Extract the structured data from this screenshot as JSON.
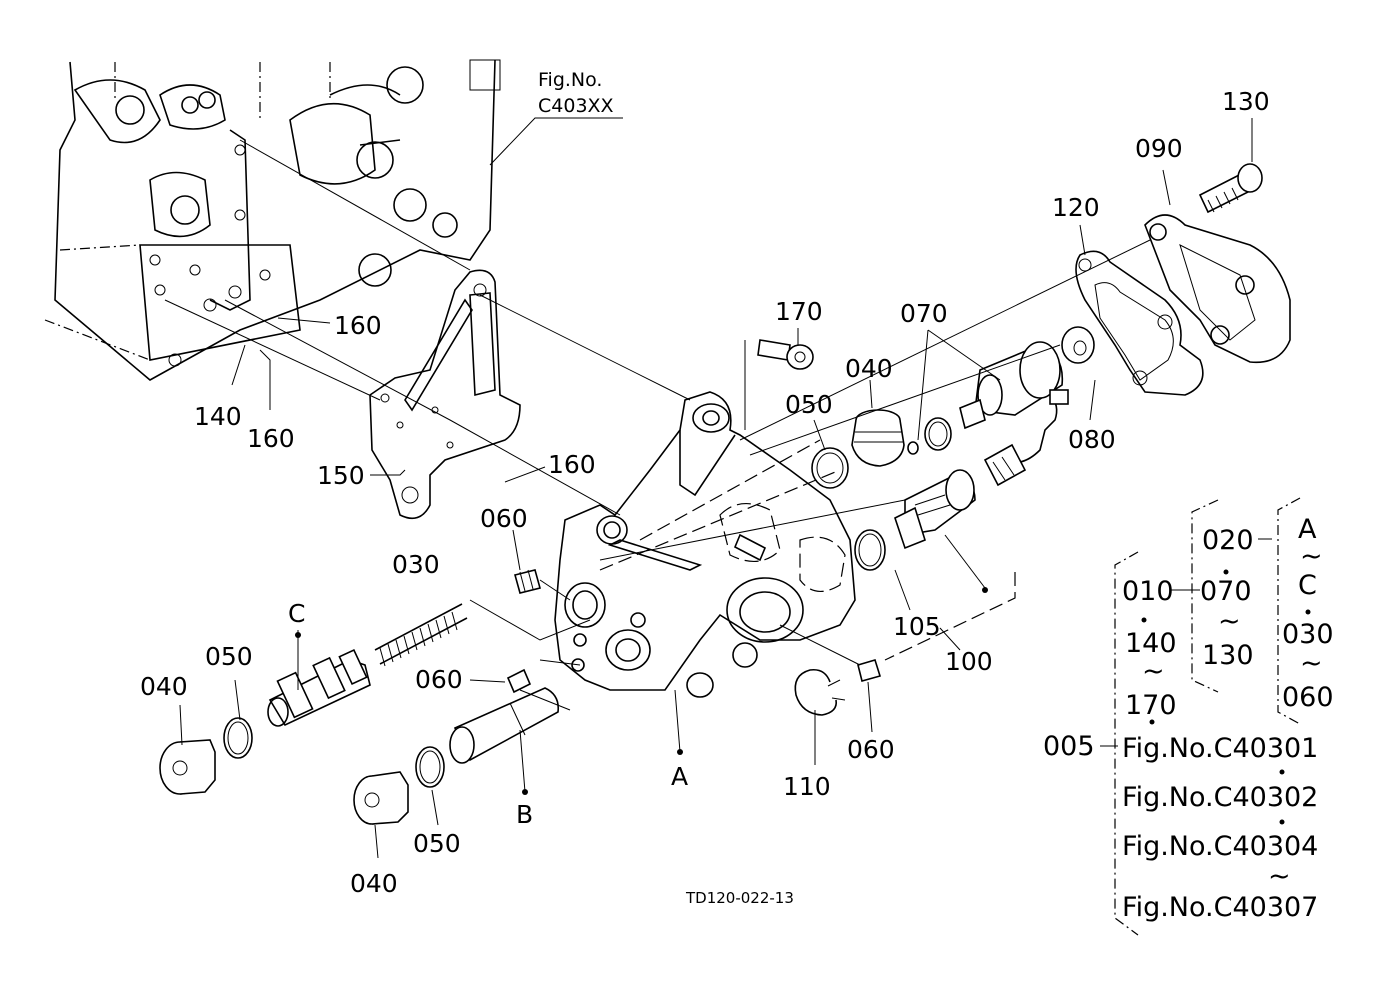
{
  "reference": {
    "fig_no_label": "Fig.No.",
    "fig_no_value": "C403XX"
  },
  "labels": {
    "p130": "130",
    "p090": "090",
    "p120": "120",
    "p170": "170",
    "p070": "070",
    "p040_top": "040",
    "p050_top": "050",
    "p160_a": "160",
    "p160_b": "160",
    "p160_c": "160",
    "p140": "140",
    "p150": "150",
    "p060_a": "060",
    "p060_b": "060",
    "p060_c": "060",
    "p080": "080",
    "p105": "105",
    "p100": "100",
    "p110": "110",
    "p030": "030",
    "pC": "C",
    "pA": "A",
    "pB": "B",
    "p040_l": "040",
    "p050_l": "050",
    "p040_b": "040",
    "p050_b": "050"
  },
  "legend": {
    "c010": "010",
    "c140": "140",
    "c170": "170",
    "c020": "020",
    "c070": "070",
    "c130": "130",
    "cA": "A",
    "cC": "C",
    "c030": "030",
    "c060": "060",
    "c005": "005",
    "fig1": "Fig.No.C40301",
    "fig2": "Fig.No.C40302",
    "fig3": "Fig.No.C40304",
    "fig4": "Fig.No.C40307",
    "tilde": "~"
  },
  "drawing_code": "TD120-022-13"
}
